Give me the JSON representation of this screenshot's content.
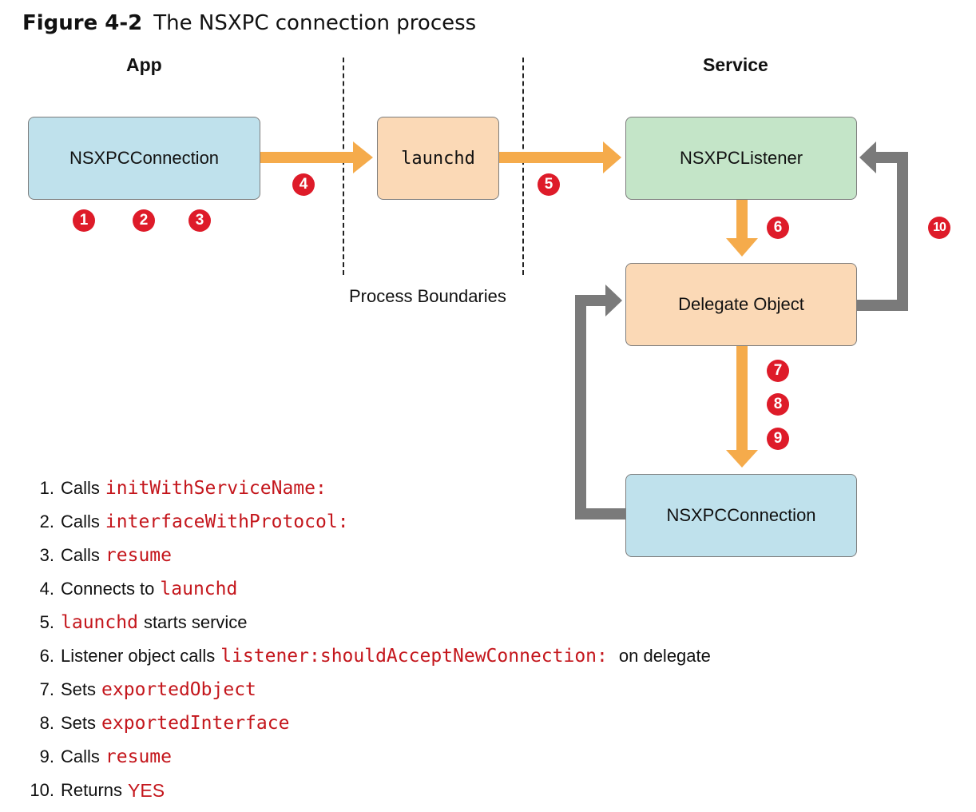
{
  "figure": {
    "number": "Figure 4-2",
    "caption": "The NSXPC connection process"
  },
  "columns": {
    "app": "App",
    "service": "Service"
  },
  "boxes": {
    "app_connection": "NSXPCConnection",
    "launchd": "launchd",
    "listener": "NSXPCListener",
    "delegate": "Delegate Object",
    "service_connection": "NSXPCConnection"
  },
  "process_boundaries_label": "Process Boundaries",
  "badges": [
    "1",
    "2",
    "3",
    "4",
    "5",
    "6",
    "7",
    "8",
    "9",
    "10"
  ],
  "steps": [
    {
      "num": "1.",
      "pre": "Calls",
      "code": "initWithServiceName:",
      "post": ""
    },
    {
      "num": "2.",
      "pre": "Calls",
      "code": "interfaceWithProtocol:",
      "post": ""
    },
    {
      "num": "3.",
      "pre": "Calls",
      "code": "resume",
      "post": ""
    },
    {
      "num": "4.",
      "pre": "Connects to",
      "code": "launchd",
      "post": ""
    },
    {
      "num": "5.",
      "pre": "",
      "code": "launchd",
      "post": "starts service"
    },
    {
      "num": "6.",
      "pre": "Listener object calls",
      "code": "listener:shouldAcceptNewConnection:",
      "post": "on delegate"
    },
    {
      "num": "7.",
      "pre": "Sets",
      "code": "exportedObject",
      "post": ""
    },
    {
      "num": "8.",
      "pre": "Sets",
      "code": "exportedInterface",
      "post": ""
    },
    {
      "num": "9.",
      "pre": "Calls",
      "code": "resume",
      "post": ""
    },
    {
      "num": "10.",
      "pre": "Returns",
      "code": "YES",
      "post": ""
    }
  ],
  "colors": {
    "orange_arrow": "#f5ab4b",
    "gray_arrow": "#7a7a7a",
    "badge_red": "#de1b29",
    "code_red": "#c4161c"
  }
}
